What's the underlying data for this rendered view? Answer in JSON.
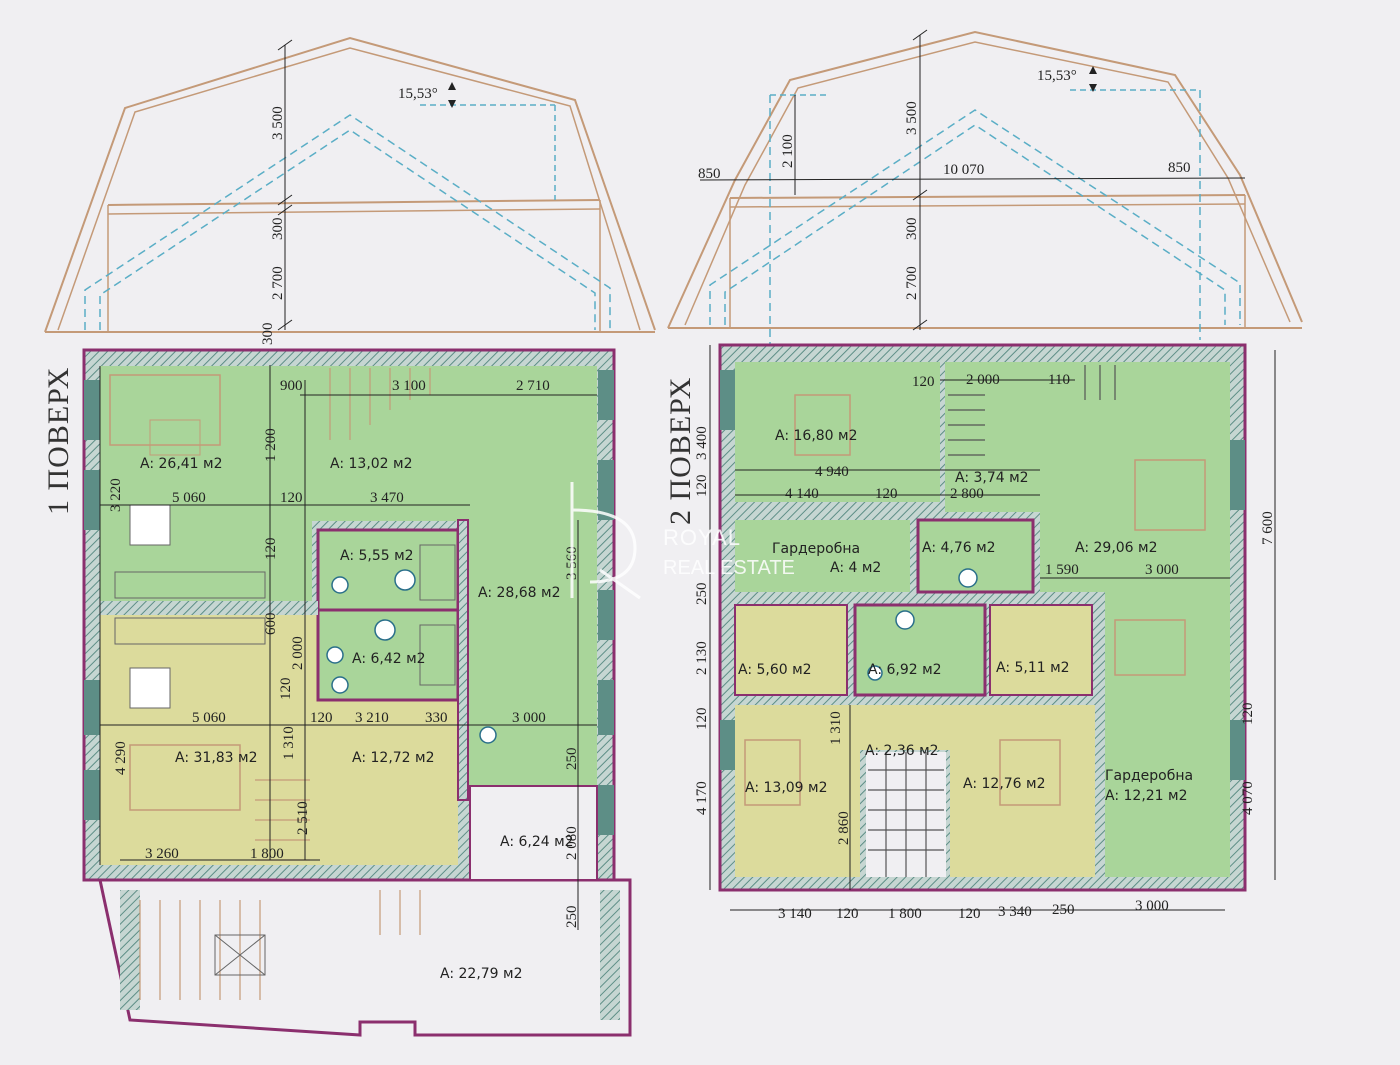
{
  "colors": {
    "wall": "#8b2f6e",
    "wall_fill": "#c6d6d2",
    "room_green": "#a9d59a",
    "room_yellow": "#dcdb9c",
    "dim_line": "#222222",
    "roof": "#c49a78",
    "dashed": "#5aaec6",
    "paper": "#f0eff2"
  },
  "watermark": {
    "line1": "ROYAL",
    "line2": "REAL ESTATE",
    "logo_icon": "r-monogram-icon"
  },
  "floor1": {
    "label": "1 ПОВЕРХ",
    "section": {
      "slope": "15,53°",
      "h1": "3 500",
      "h2": "300",
      "h3": "2 700",
      "h4": "300"
    },
    "dims": {
      "d900": "900",
      "d3100": "3 100",
      "d2710": "2 710",
      "d1200": "1 200",
      "d3220": "3 220",
      "d5060a": "5 060",
      "d120a": "120",
      "d3470": "3 470",
      "d120b": "120",
      "d3560": "3 560",
      "d600": "600",
      "d2000": "2 000",
      "d5060b": "5 060",
      "d120c": "120",
      "d3210": "3 210",
      "d330": "330",
      "d3000": "3 000",
      "d120d": "120",
      "d1310": "1 310",
      "d4290": "4 290",
      "d250a": "250",
      "d2510": "2 510",
      "d3260": "3 260",
      "d1800": "1 800",
      "d2080": "2 080",
      "d250b": "250"
    },
    "areas": {
      "a1": "A: 26,41 м2",
      "a2": "A: 13,02 м2",
      "a3": "A: 5,55 м2",
      "a4": "A: 28,68 м2",
      "a5": "A: 6,42 м2",
      "a6": "A: 31,83 м2",
      "a7": "A: 12,72 м2",
      "a8": "A: 6,24 м2",
      "a9": "A: 22,79 м2"
    }
  },
  "floor2": {
    "label": "2 ПОВЕРХ",
    "section": {
      "slope": "15,53°",
      "h_2100": "2 100",
      "h1": "3 500",
      "h2": "300",
      "h3": "2 700",
      "w850a": "850",
      "w10070": "10 070",
      "w850b": "850"
    },
    "dims": {
      "d120a": "120",
      "d2000": "2 000",
      "d110": "110",
      "d3400": "3 400",
      "d120b": "120",
      "d4940": "4 940",
      "d4140": "4 140",
      "d120c": "120",
      "d2800": "2 800",
      "d1590": "1 590",
      "d3000a": "3 000",
      "d7600": "7 600",
      "d250": "250",
      "d2130": "2 130",
      "d120d": "120",
      "d1310": "1 310",
      "d120e": "120",
      "d4170": "4 170",
      "d2860": "2 860",
      "d4070": "4 070",
      "b3140": "3 140",
      "b120a": "120",
      "b1800": "1 800",
      "b120b": "120",
      "b3340": "3 340",
      "b250": "250",
      "b3000": "3 000"
    },
    "areas": {
      "a1": "A: 16,80 м2",
      "a2": "A: 3,74 м2",
      "a3": "Гардеробна",
      "a3b": "A: 4 м2",
      "a4": "A: 4,76 м2",
      "a5": "A: 29,06 м2",
      "a6": "A: 5,60 м2",
      "a7": "A: 6,92 м2",
      "a8": "A: 5,11 м2",
      "a9": "A: 2,36 м2",
      "a10": "A: 13,09 м2",
      "a11": "A: 12,76 м2",
      "a12": "Гардеробна",
      "a12b": "A: 12,21 м2"
    }
  }
}
